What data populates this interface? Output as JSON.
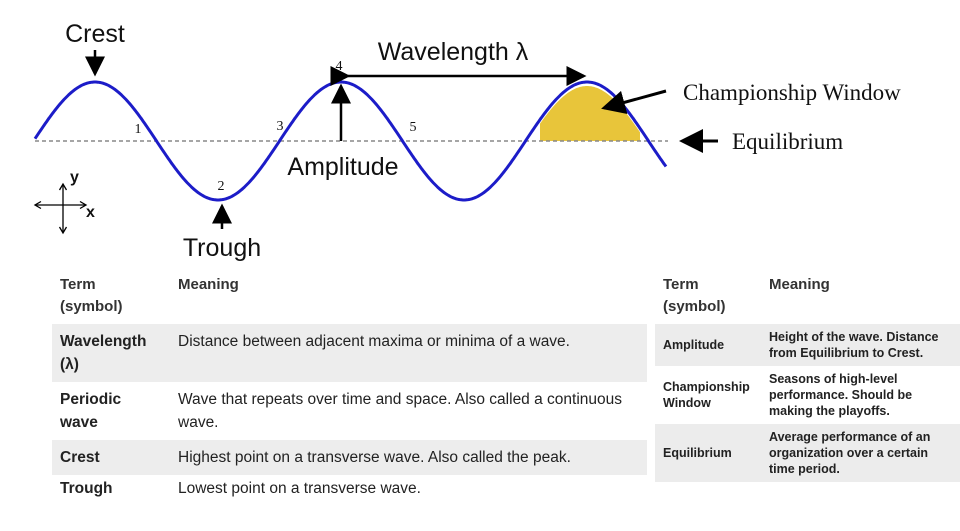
{
  "diagram": {
    "labels": {
      "crest": "Crest",
      "trough": "Trough",
      "amplitude": "Amplitude",
      "wavelength": "Wavelength λ",
      "championship_window": "Championship Window",
      "equilibrium": "Equilibrium",
      "axis_y": "y",
      "axis_x": "x"
    },
    "points": [
      "1",
      "2",
      "3",
      "4",
      "5"
    ],
    "colors": {
      "wave": "#1c1cc8",
      "window_fill": "#e8c53a",
      "equilibrium_line": "#888888"
    }
  },
  "left_table": {
    "header": {
      "term": "Term\n(symbol)",
      "meaning": "Meaning"
    },
    "rows": [
      {
        "term": "Wavelength\n(λ)",
        "meaning": "Distance between adjacent maxima or minima of a wave."
      },
      {
        "term": "Periodic\nwave",
        "meaning": "Wave that repeats over time and space. Also called a continuous wave."
      },
      {
        "term": "Crest",
        "meaning": "Highest point on a transverse wave. Also called the peak."
      },
      {
        "term": "Trough",
        "meaning": "Lowest point on a transverse wave."
      }
    ]
  },
  "right_table": {
    "header": {
      "term": "Term\n(symbol)",
      "meaning": "Meaning"
    },
    "rows": [
      {
        "term": "Amplitude",
        "meaning": "Height of the wave. Distance from Equilibrium to Crest."
      },
      {
        "term": "Championship Window",
        "meaning": "Seasons of high-level performance. Should be making the playoffs."
      },
      {
        "term": "Equilibrium",
        "meaning": "Average performance of an organization over a certain time period."
      }
    ]
  }
}
